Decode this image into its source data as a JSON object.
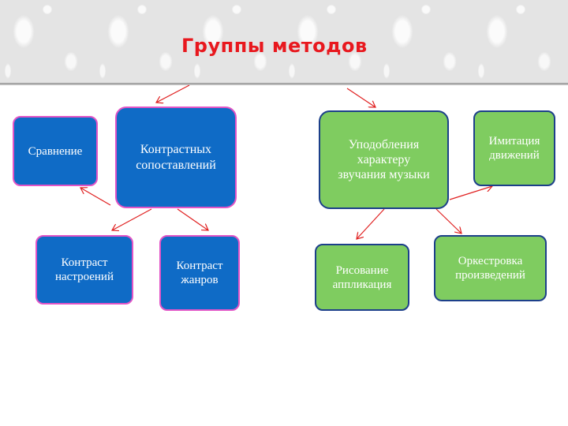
{
  "title": "Группы методов",
  "colors": {
    "title": "#e8181e",
    "blue_fill": "#0f6bc6",
    "blue_border": "#e254c6",
    "green_fill": "#7fcc60",
    "green_border": "#1c3f8a",
    "arrow": "#e02020"
  },
  "left_group": {
    "main": "Контрастных сопоставлений",
    "comparison": "Сравнение",
    "mood_contrast": "Контраст настроений",
    "genre_contrast": "Контраст жанров"
  },
  "right_group": {
    "main": "Уподобления характеру звучания музыки",
    "movement_imitation": "Имитация движений",
    "drawing": "Рисование аппликация",
    "orchestration": "Оркестровка произведений"
  }
}
